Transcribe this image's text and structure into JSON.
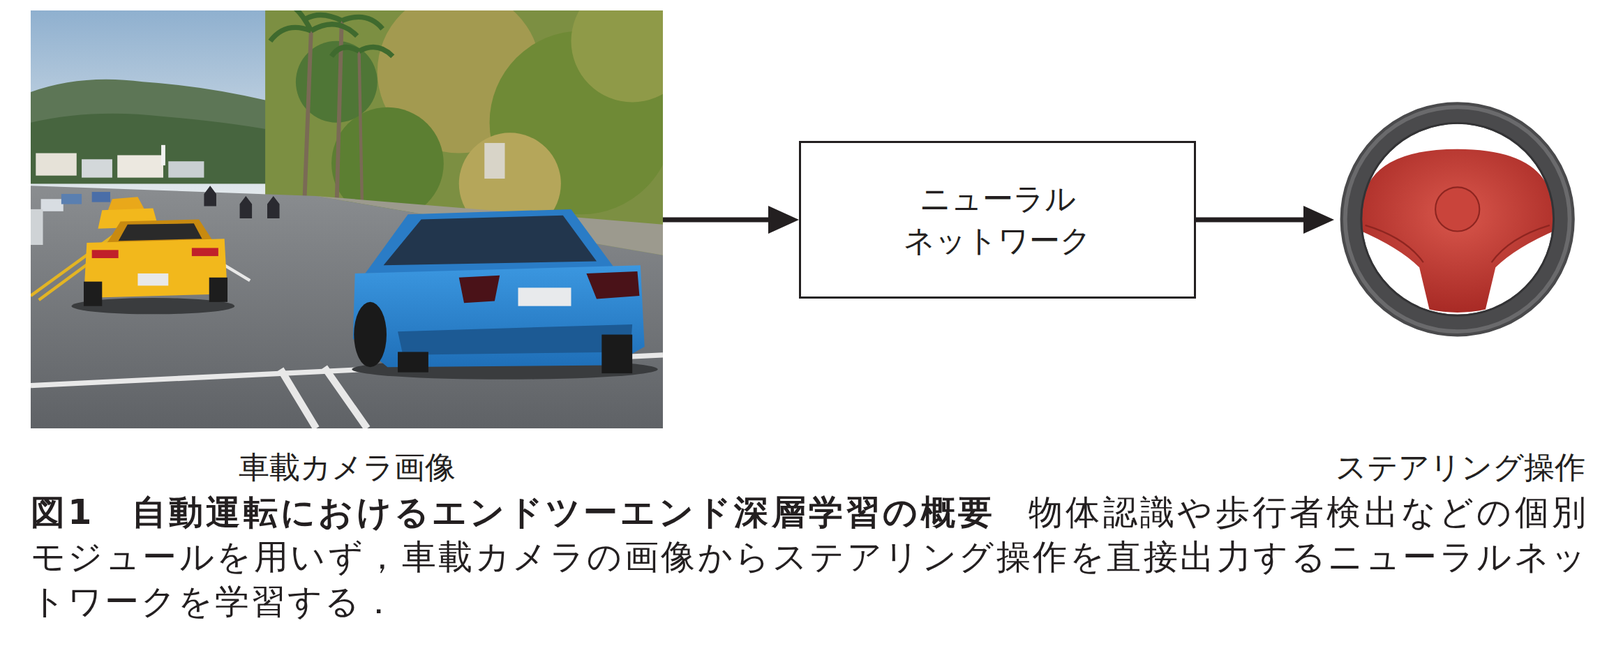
{
  "diagram": {
    "caption": "図1　自動運転におけるエンドツーエンド深層学習の概要",
    "nodes": [
      {
        "text": [
          "車載カメラ画像"
        ]
      },
      {
        "text": [
          "ニューラル ネットワーク"
        ]
      },
      {
        "text": [
          "ステアリング操作"
        ]
      }
    ],
    "edges": [
      {
        "from": 0,
        "to": 1,
        "arrow": "to"
      },
      {
        "from": 1,
        "to": 2,
        "arrow": "to"
      }
    ],
    "labels": [
      "物体認識や歩行者検出などの個別モジュールを用いず，車載カメラの画像からステアリング操作を直接出力するニューラルネットワークを学習する．"
    ]
  }
}
